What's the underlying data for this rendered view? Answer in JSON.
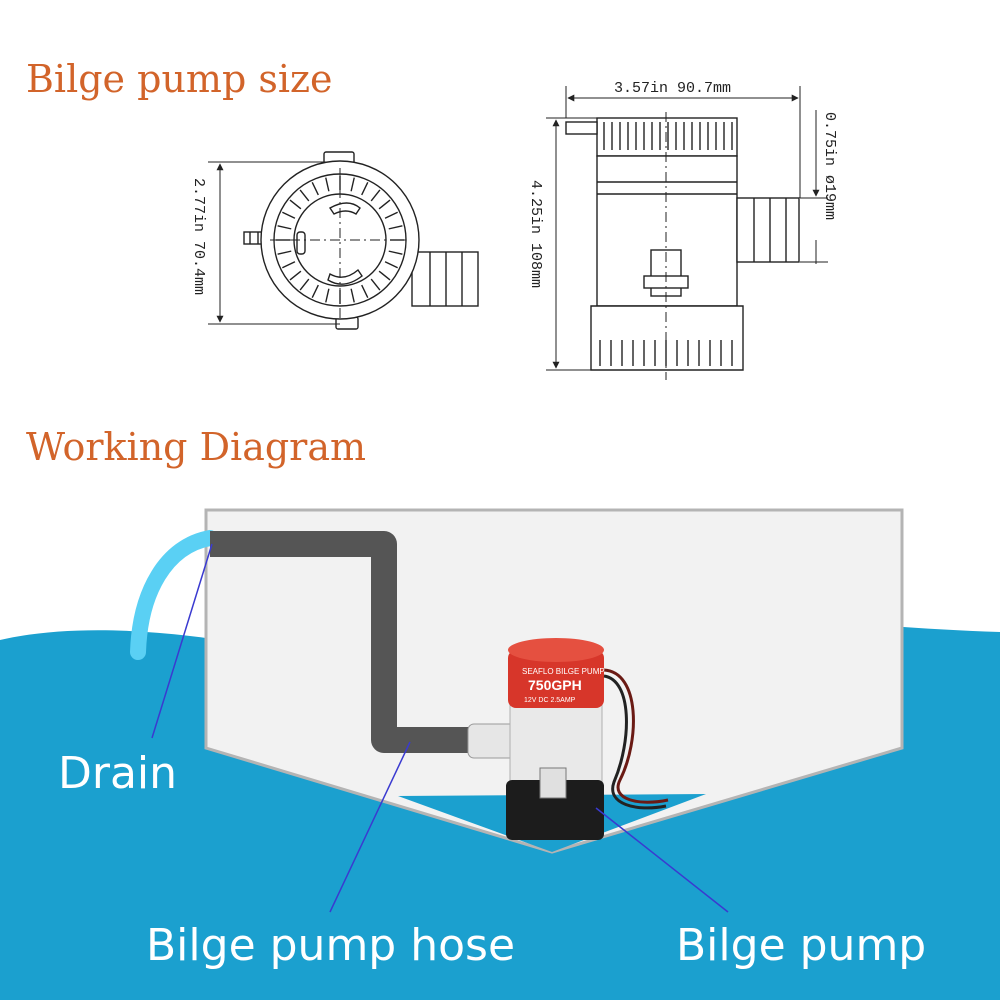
{
  "headings": {
    "size": "Bilge pump size",
    "working": "Working Diagram"
  },
  "dimensions": {
    "top_width": "3.57in  90.7mm",
    "side_height": "4.25in  108mm",
    "outlet": "0.75in  ø19mm",
    "top_view_height": "2.77in  70.4mm"
  },
  "labels": {
    "drain": "Drain",
    "hose": "Bilge pump hose",
    "pump": "Bilge pump"
  },
  "pump_face": {
    "brand": "SEAFLO BILGE PUMP",
    "model": "750GPH",
    "spec": "12V DC 2.5AMP"
  },
  "colors": {
    "heading": "#d2642a",
    "water": "#1ba0cf",
    "hull": "#f2f2f2",
    "hose": "#555555",
    "pump_cap": "#d7362a",
    "drain_flow": "#5ad0f4",
    "leader": "#3a3ad0"
  },
  "icons": [
    "top-view-drawing",
    "side-view-drawing",
    "pump-icon"
  ]
}
